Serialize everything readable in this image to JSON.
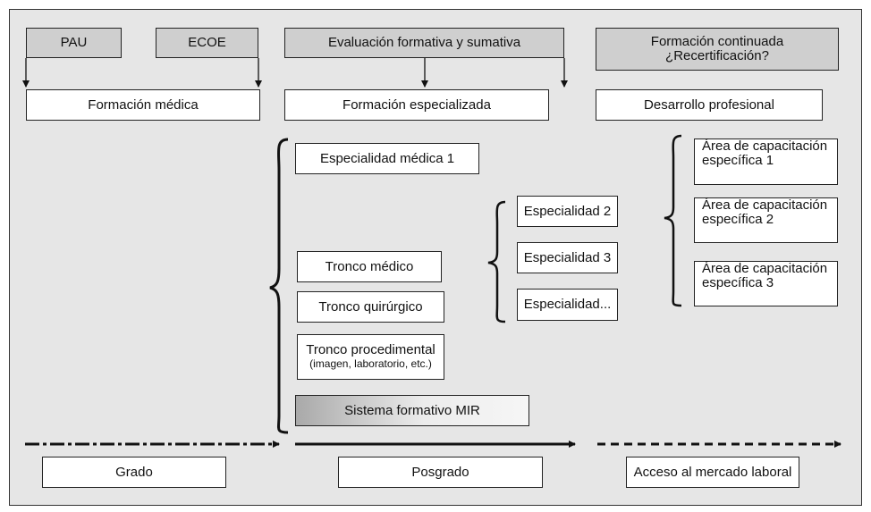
{
  "top_boxes": {
    "pau": "PAU",
    "ecoe": "ECOE",
    "evaluacion": "Evaluación formativa y sumativa",
    "formacion_continuada_line1": "Formación continuada",
    "formacion_continuada_line2": "¿Recertificación?"
  },
  "stages": {
    "formacion_medica": "Formación médica",
    "formacion_especializada": "Formación especializada",
    "desarrollo_profesional": "Desarrollo profesional"
  },
  "especializada": {
    "especialidad_1": "Especialidad médica 1",
    "especialidad_2": "Especialidad 2",
    "especialidad_3": "Especialidad 3",
    "especialidad_more": "Especialidad...",
    "tronco_medico": "Tronco médico",
    "tronco_quirurgico": "Tronco quirúrgico",
    "tronco_procedimental": "Tronco procedimental",
    "tronco_procedimental_note": "(imagen, laboratorio, etc.)",
    "sistema_mir": "Sistema formativo MIR"
  },
  "areas": [
    {
      "line1": "Área de capacitación",
      "line2": "específica 1"
    },
    {
      "line1": "Área de capacitación",
      "line2": "específica 2"
    },
    {
      "line1": "Área de capacitación",
      "line2": "específica 3"
    }
  ],
  "timeline": {
    "grado": "Grado",
    "posgrado": "Posgrado",
    "acceso": "Acceso al mercado laboral"
  },
  "colors": {
    "frame_bg": "#e6e6e6",
    "box_bg": "#ffffff",
    "header_box_bg": "#cfcfcf",
    "line": "#111111"
  }
}
